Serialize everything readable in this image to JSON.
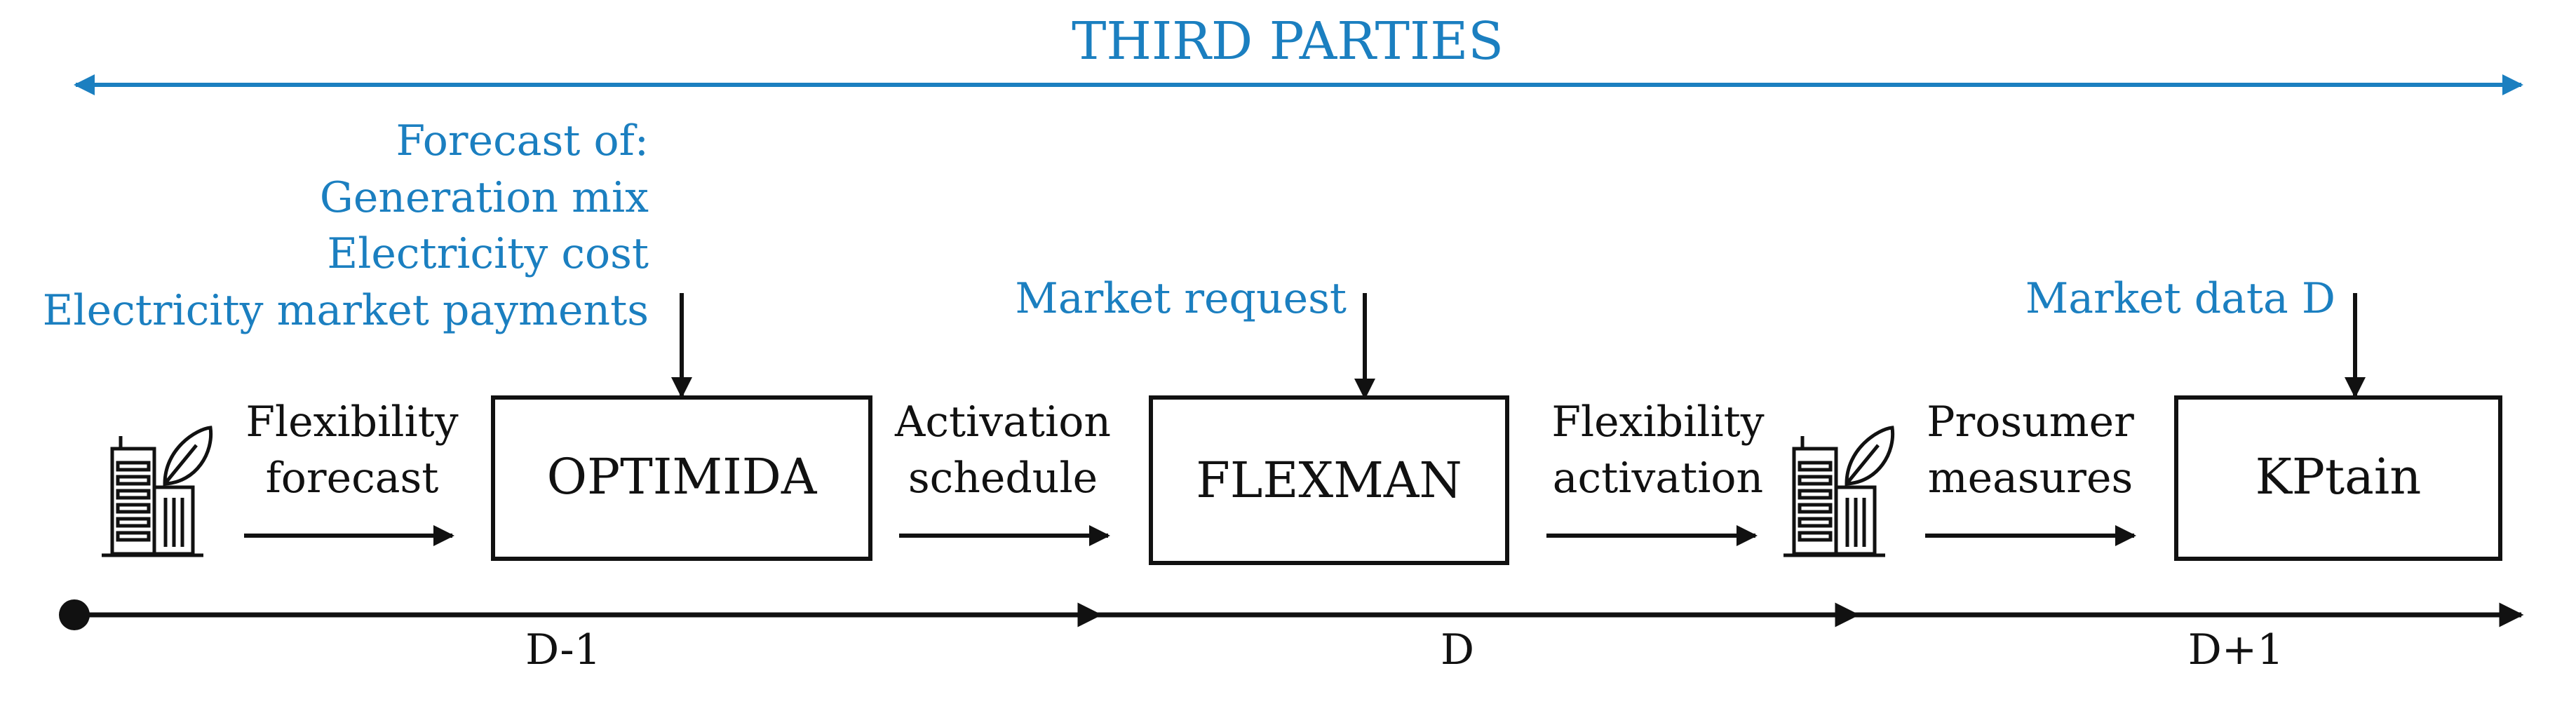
{
  "third_parties": {
    "label": "THIRD PARTIES"
  },
  "inputs": {
    "forecast_lines": [
      "Forecast of:",
      "Generation mix",
      "Electricity cost",
      "Electricity market payments"
    ],
    "market_request": "Market request",
    "market_data": "Market data D"
  },
  "boxes": {
    "optimida": "OPTIMIDA",
    "flexman": "FLEXMAN",
    "kptain": "KPtain"
  },
  "flows": {
    "flexibility_forecast": [
      "Flexibility",
      "forecast"
    ],
    "activation_schedule": [
      "Activation",
      "schedule"
    ],
    "flexibility_activation": [
      "Flexibility",
      "activation"
    ],
    "prosumer_measures": [
      "Prosumer",
      "measures"
    ]
  },
  "timeline": {
    "d_minus_1": "D-1",
    "d": "D",
    "d_plus_1": "D+1"
  },
  "colors": {
    "accent": "#1b7fc0",
    "ink": "#111111"
  },
  "icons": [
    "green-building-icon",
    "green-building-icon"
  ]
}
